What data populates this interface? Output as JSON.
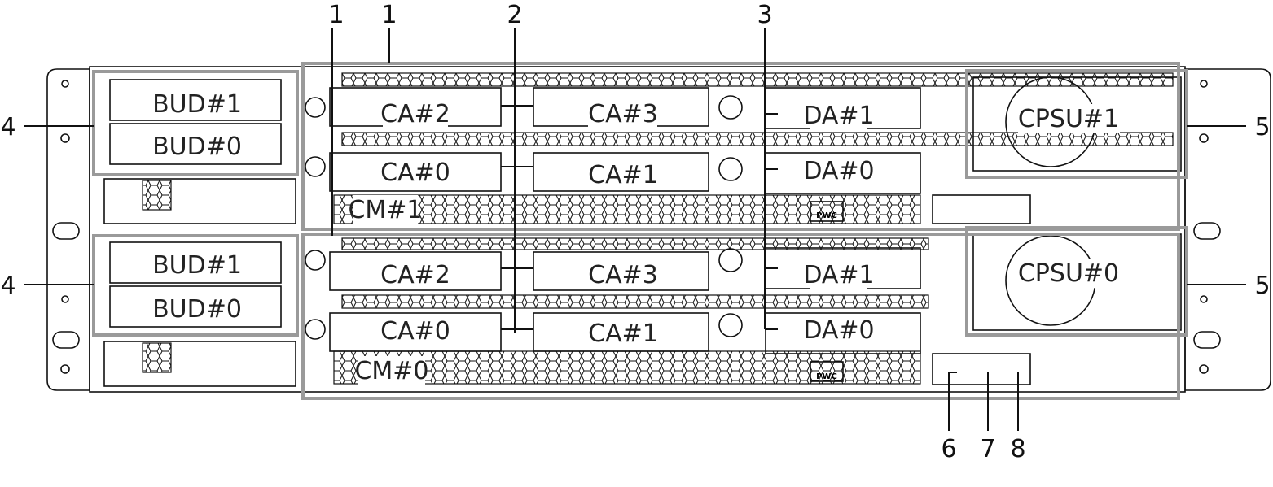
{
  "title": "Controller enclosure rear view",
  "callouts": {
    "c1a": "1",
    "c1b": "1",
    "c2": "2",
    "c3": "3",
    "c4a": "4",
    "c4b": "4",
    "c5a": "5",
    "c5b": "5",
    "c6": "6",
    "c7": "7",
    "c8": "8"
  },
  "cm1": {
    "name": "CM#1",
    "ca2": "CA#2",
    "ca3": "CA#3",
    "ca0": "CA#0",
    "ca1": "CA#1",
    "da1": "DA#1",
    "da0": "DA#0",
    "pwc": "PWC"
  },
  "cm0": {
    "name": "CM#0",
    "ca2": "CA#2",
    "ca3": "CA#3",
    "ca0": "CA#0",
    "ca1": "CA#1",
    "da1": "DA#1",
    "da0": "DA#0",
    "pwc": "PWC"
  },
  "bud_upper": {
    "bud1": "BUD#1",
    "bud0": "BUD#0"
  },
  "bud_lower": {
    "bud1": "BUD#1",
    "bud0": "BUD#0"
  },
  "psu": {
    "cpsu1": "CPSU#1",
    "cpsu0": "CPSU#0"
  },
  "colors": {
    "highlight": "#9a9a9a",
    "line": "#111111"
  }
}
